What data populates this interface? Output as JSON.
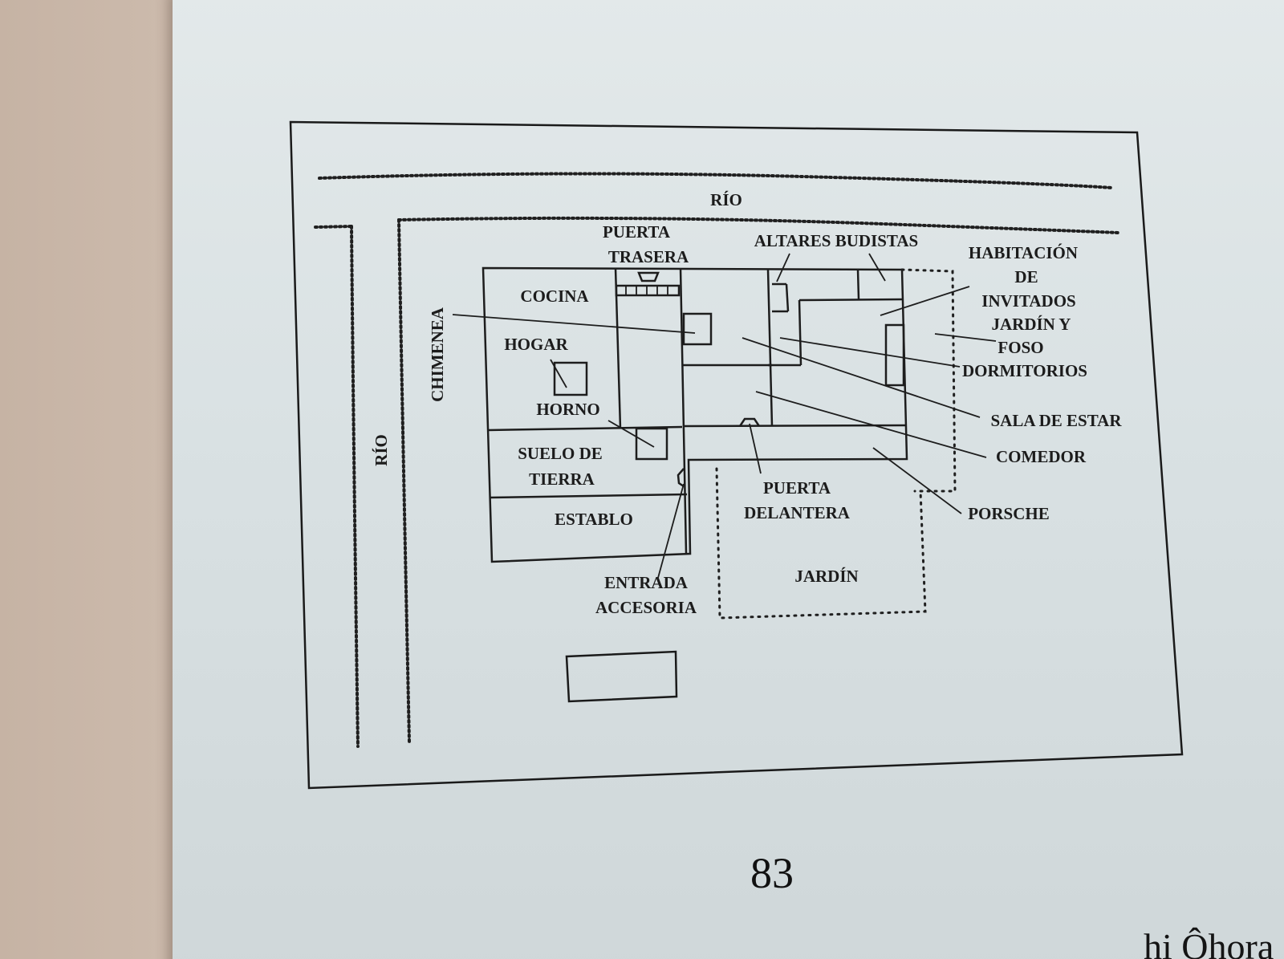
{
  "labels": {
    "rio_top": "RÍO",
    "rio_left": "RÍO",
    "puerta_trasera_1": "PUERTA",
    "puerta_trasera_2": "TRASERA",
    "altares": "ALTARES BUDISTAS",
    "habitacion_1": "HABITACIÓN",
    "habitacion_2": "DE",
    "habitacion_3": "INVITADOS",
    "jardin_foso_1": "JARDÍN Y",
    "jardin_foso_2": "FOSO",
    "dormitorios": "DORMITORIOS",
    "chimenea": "CHIMENEA",
    "cocina": "COCINA",
    "hogar": "HOGAR",
    "horno": "HORNO",
    "suelo_1": "SUELO DE",
    "suelo_2": "TIERRA",
    "establo": "ESTABLO",
    "sala": "SALA DE ESTAR",
    "comedor": "COMEDOR",
    "puerta_delantera_1": "PUERTA",
    "puerta_delantera_2": "DELANTERA",
    "porsche": "PORSCHE",
    "jardin": "JARDÍN",
    "entrada_1": "ENTRADA",
    "entrada_2": "ACCESORIA"
  },
  "page_number": "83",
  "footer_text": "hi   Ôhora"
}
